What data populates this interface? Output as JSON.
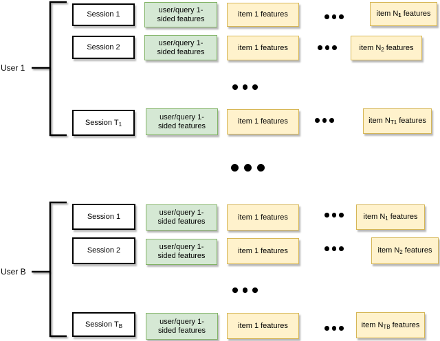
{
  "colors": {
    "session_fill": "#ffffff",
    "session_border": "#000000",
    "user_query_fill": "#d5e8d4",
    "user_query_border": "#82b366",
    "item_fill": "#fff2cc",
    "item_border": "#d6b656",
    "bracket_color": "#000000",
    "dot_color": "#000000"
  },
  "icons": {
    "row_ellipsis": "horizontal-ellipsis",
    "group_ellipsis": "horizontal-ellipsis",
    "between_users_ellipsis": "horizontal-ellipsis"
  },
  "groups": [
    {
      "user": {
        "label": "User 1"
      },
      "rows": [
        {
          "session": {
            "text": "Session 1",
            "sub": ""
          },
          "user_query": {
            "line1": "user/query 1-",
            "line2": "sided features"
          },
          "item_first": {
            "text": "item 1 features"
          },
          "item_last": {
            "pre": "item N",
            "sub": "1",
            "post": "features"
          }
        },
        {
          "session": {
            "text": "Session 2",
            "sub": ""
          },
          "user_query": {
            "line1": "user/query 1-",
            "line2": "sided features"
          },
          "item_first": {
            "text": "item 1 features"
          },
          "item_last": {
            "pre": "item N",
            "sub": "2",
            "post": "features"
          }
        },
        {
          "session": {
            "text": "Session T",
            "sub": "1"
          },
          "user_query": {
            "line1": "user/query 1-",
            "line2": "sided features"
          },
          "item_first": {
            "text": "item 1 features"
          },
          "item_last": {
            "pre": "item N",
            "sub": "T1",
            "post": "features"
          }
        }
      ]
    },
    {
      "user": {
        "label": "User B"
      },
      "rows": [
        {
          "session": {
            "text": "Session 1",
            "sub": ""
          },
          "user_query": {
            "line1": "user/query 1-",
            "line2": "sided features"
          },
          "item_first": {
            "text": "item 1 features"
          },
          "item_last": {
            "pre": "item N",
            "sub": "1",
            "post": "features"
          }
        },
        {
          "session": {
            "text": "Session 2",
            "sub": ""
          },
          "user_query": {
            "line1": "user/query 1-",
            "line2": "sided features"
          },
          "item_first": {
            "text": "item 1 features"
          },
          "item_last": {
            "pre": "item N",
            "sub": "2",
            "post": "features"
          }
        },
        {
          "session": {
            "text": "Session T",
            "sub": "B"
          },
          "user_query": {
            "line1": "user/query 1-",
            "line2": "sided features"
          },
          "item_first": {
            "text": "item 1 features"
          },
          "item_last": {
            "pre": "item N",
            "sub": "TB",
            "post": "features"
          }
        }
      ]
    }
  ]
}
